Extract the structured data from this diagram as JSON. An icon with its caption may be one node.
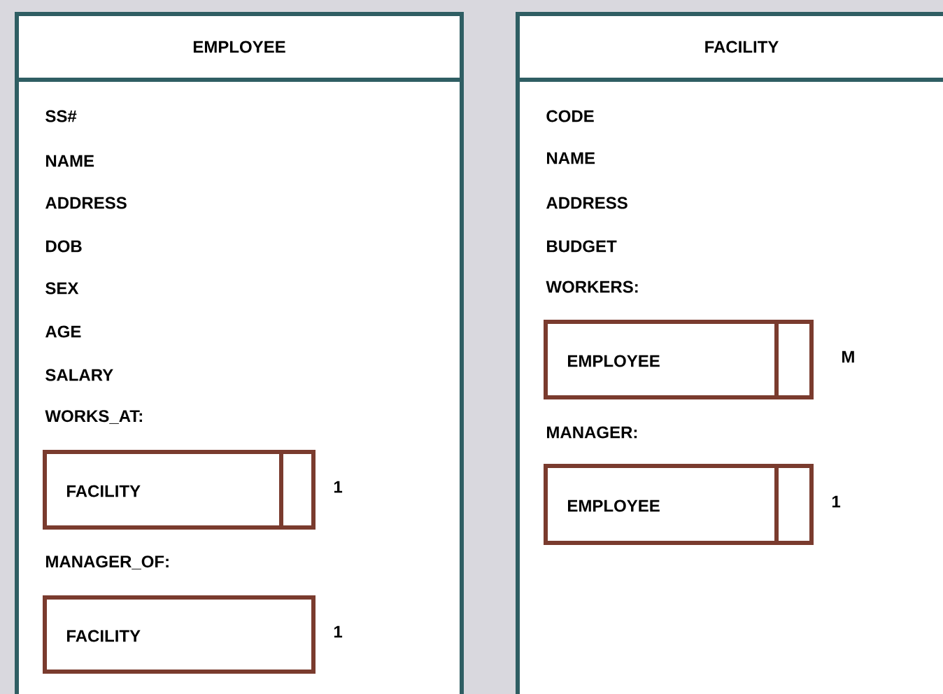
{
  "diagram": {
    "nodes": [
      {
        "text": [
          "EMPLOYEE",
          "SS#",
          "NAME",
          "ADDRESS",
          "DOB",
          "SEX",
          "AGE",
          "SALARY",
          "WORKS_AT:",
          "MANAGER_OF:"
        ]
      },
      {
        "text": [
          "FACILITY"
        ],
        "in": 0,
        "beside": [
          "1"
        ]
      },
      {
        "text": [
          "FACILITY"
        ],
        "in": 0,
        "beside": [
          "1"
        ]
      },
      {
        "text": [
          "FACILITY",
          "CODE",
          "NAME",
          "ADDRESS",
          "BUDGET",
          "WORKERS:",
          "MANAGER:"
        ]
      },
      {
        "text": [
          "EMPLOYEE"
        ],
        "in": 3,
        "beside": [
          "M"
        ]
      },
      {
        "text": [
          "EMPLOYEE"
        ],
        "in": 3,
        "beside": [
          "1"
        ]
      }
    ]
  }
}
